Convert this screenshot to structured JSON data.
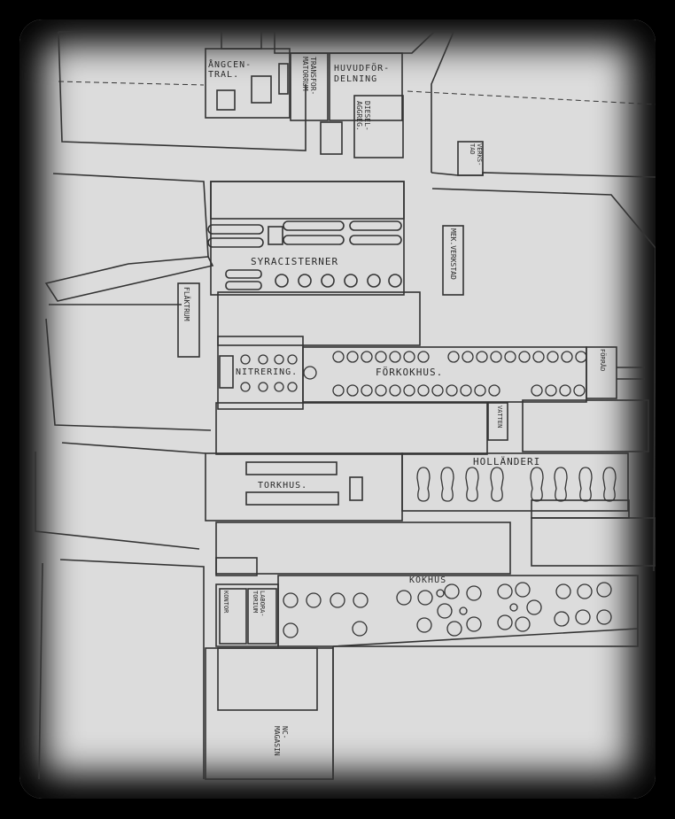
{
  "plan": {
    "labels": {
      "angcentral": "ÅNGCEN-\nTRAL.",
      "transformatorrum": "TRANSFOR-\nMATORRUM",
      "huvudfordelning": "HUVUDFÖR-\nDELNING",
      "dieselaggregat": "DIESEL-\nAGGREG.",
      "verkstad_top": "VERKS-\nTAD",
      "syracisterner": "SYRACISTERNER",
      "mekverkstad": "MEK.VERKSTAD",
      "flaktrum": "FLÄKTRUM",
      "nitrering": "NITRERING.",
      "forkokhus": "FÖRKOKHUS.",
      "forrad": "FÖRRÅD",
      "vatten": "VATTEN",
      "hollanderi": "HOLLÄNDERI",
      "torkhus": "TORKHUS.",
      "kokhus": "KOKHUS",
      "kontor": "KONTOR",
      "laboratorium": "LABORA-\nTORIUM",
      "ncmagasin": "NC-\nMAGASIN"
    }
  }
}
